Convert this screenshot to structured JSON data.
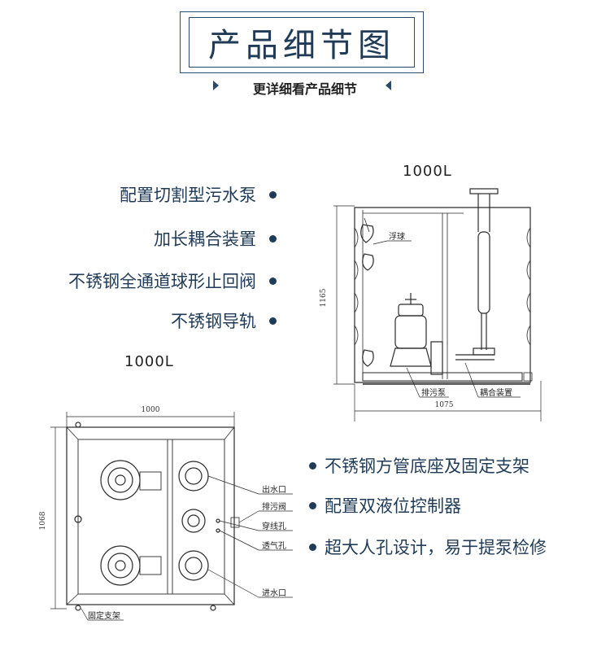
{
  "header": {
    "title": "产品细节图",
    "subtitle": "更详细看产品细节"
  },
  "features_left": [
    "配置切割型污水泵",
    "加长耦合装置",
    "不锈钢全通道球形止回阀",
    "不锈钢导轨"
  ],
  "features_right": [
    "不锈钢方管底座及固定支架",
    "配置双液位控制器",
    "超大人孔设计，易于提泵检修"
  ],
  "side_view": {
    "capacity": "1000L",
    "height_dim": "1165",
    "width_dim": "1075",
    "label_float": "浮球",
    "label_pump": "排污泵",
    "label_coupling": "耦合装置"
  },
  "top_view": {
    "capacity": "1000L",
    "width_dim": "1000",
    "height_dim": "1068",
    "label_outlet": "出水口",
    "label_drain_valve": "排污阀",
    "label_cable_hole": "穿线孔",
    "label_vent_hole": "透气孔",
    "label_inlet": "进水口",
    "label_bracket": "固定支架"
  },
  "colors": {
    "text": "#1f3b57",
    "line": "#2a2a2a"
  }
}
